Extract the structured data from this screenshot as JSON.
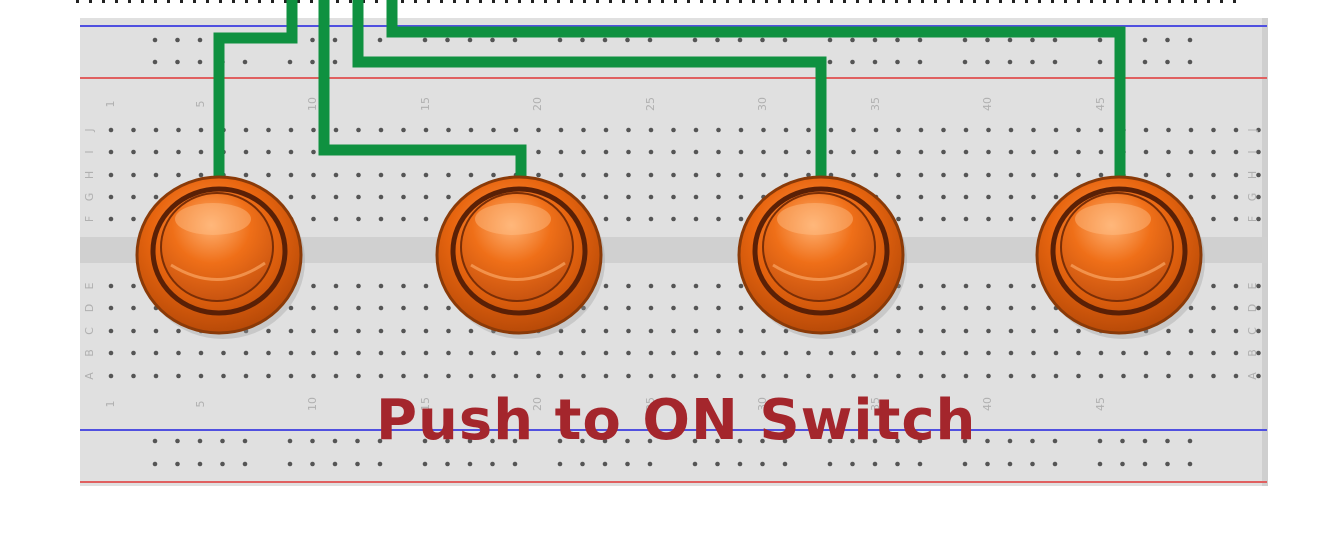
{
  "caption": "Push to ON Switch",
  "breadboard": {
    "column_numbers": [
      "1",
      "5",
      "10",
      "15",
      "20",
      "25",
      "30",
      "35",
      "40",
      "45"
    ],
    "top_row_letters": [
      "J",
      "I",
      "H",
      "G",
      "F"
    ],
    "bottom_row_letters": [
      "E",
      "D",
      "C",
      "B",
      "A"
    ]
  },
  "switches": [
    {
      "label": "push-switch-1"
    },
    {
      "label": "push-switch-2"
    },
    {
      "label": "push-switch-3"
    },
    {
      "label": "push-switch-4"
    }
  ],
  "colors": {
    "board": "#e0e0e0",
    "hole": "#555555",
    "rail_red": "#e06060",
    "rail_blue": "#5050e0",
    "wire": "#0f9140",
    "button": "#e8650f",
    "button_dark": "#7a2e06",
    "caption": "#a4262c"
  }
}
